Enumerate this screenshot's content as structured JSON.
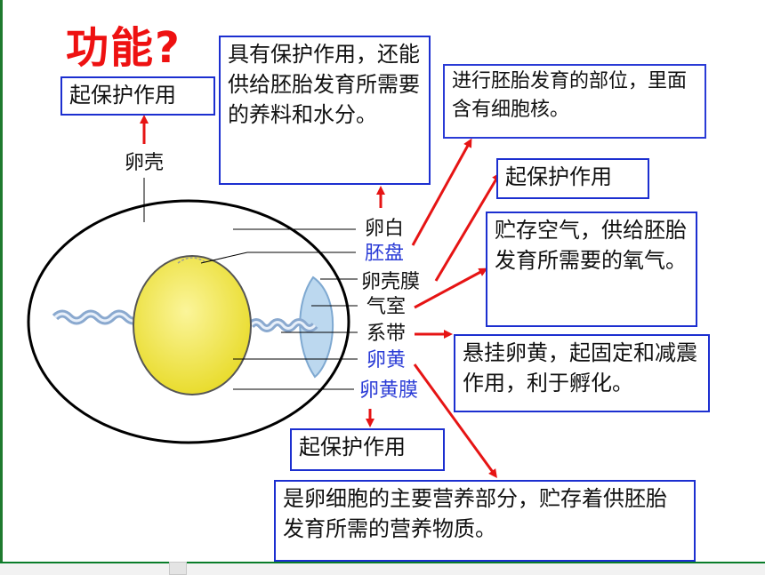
{
  "title": "功能?",
  "parts": {
    "shell": "卵壳",
    "albumen": "卵白",
    "germinal_disc": "胚盘",
    "shell_membrane": "卵壳膜",
    "air_cell": "气室",
    "chalaza": "系带",
    "yolk": "卵黄",
    "yolk_membrane": "卵黄膜"
  },
  "functions": {
    "shell": "起保护作用",
    "albumen": "具有保护作用，还能供给胚胎发育所需要的养料和水分。",
    "germinal_disc": "进行胚胎发育的部位，里面含有细胞核。",
    "shell_membrane": "起保护作用",
    "air_cell": "贮存空气，供给胚胎发育所需要的氧气。",
    "chalaza": "悬挂卵黄，起固定和减震作用，利于孵化。",
    "yolk_membrane": "起保护作用",
    "yolk": "是卵细胞的主要营养部分，贮存着供胚胎发育所需的营养物质。"
  },
  "colors": {
    "box_border": "#1c2fd0",
    "arrow": "#e61414",
    "title": "#ee1111",
    "yolk": "#f2e84a",
    "blue_label": "#2a3bd6"
  }
}
